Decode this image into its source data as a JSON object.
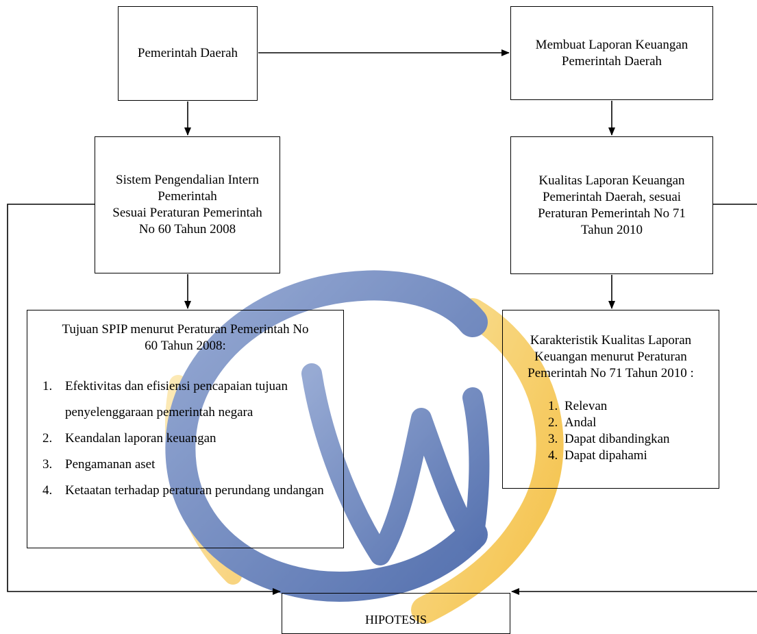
{
  "nodes": {
    "pemerintah_daerah": "Pemerintah Daerah",
    "membuat_laporan": "Membuat Laporan Keuangan\nPemerintah Daerah",
    "spip": "Sistem Pengendalian Intern\nPemerintah\nSesuai Peraturan Pemerintah\nNo 60 Tahun 2008",
    "kualitas_laporan": "Kualitas Laporan Keuangan\nPemerintah Daerah, sesuai\nPeraturan Pemerintah No 71\nTahun 2010",
    "tujuan": {
      "title": "Tujuan SPIP menurut Peraturan Pemerintah No\n60 Tahun 2008:",
      "items": [
        {
          "num": "1.",
          "text": "Efektivitas dan efisiensi pencapaian tujuan penyelenggaraan pemerintah negara"
        },
        {
          "num": "2.",
          "text": "Keandalan laporan keuangan"
        },
        {
          "num": "3.",
          "text": "Pengamanan aset"
        },
        {
          "num": "4.",
          "text": "Ketaatan terhadap peraturan perundang undangan"
        }
      ]
    },
    "karakteristik": {
      "title": "Karakteristik Kualitas Laporan\nKeuangan menurut Peraturan\nPemerintah No 71 Tahun 2010 :",
      "items": [
        {
          "num": "1.",
          "text": "Relevan"
        },
        {
          "num": "2.",
          "text": "Andal"
        },
        {
          "num": "3.",
          "text": "Dapat dibandingkan"
        },
        {
          "num": "4.",
          "text": "Dapat dipahami"
        }
      ]
    },
    "hipotesis": "HIPOTESIS"
  },
  "colors": {
    "watermark_blue": "#2c4f9c",
    "watermark_blue_light": "#7d95c9",
    "watermark_gold": "#f2b21c",
    "watermark_gold_light": "#f8d77a",
    "line": "#000000"
  }
}
